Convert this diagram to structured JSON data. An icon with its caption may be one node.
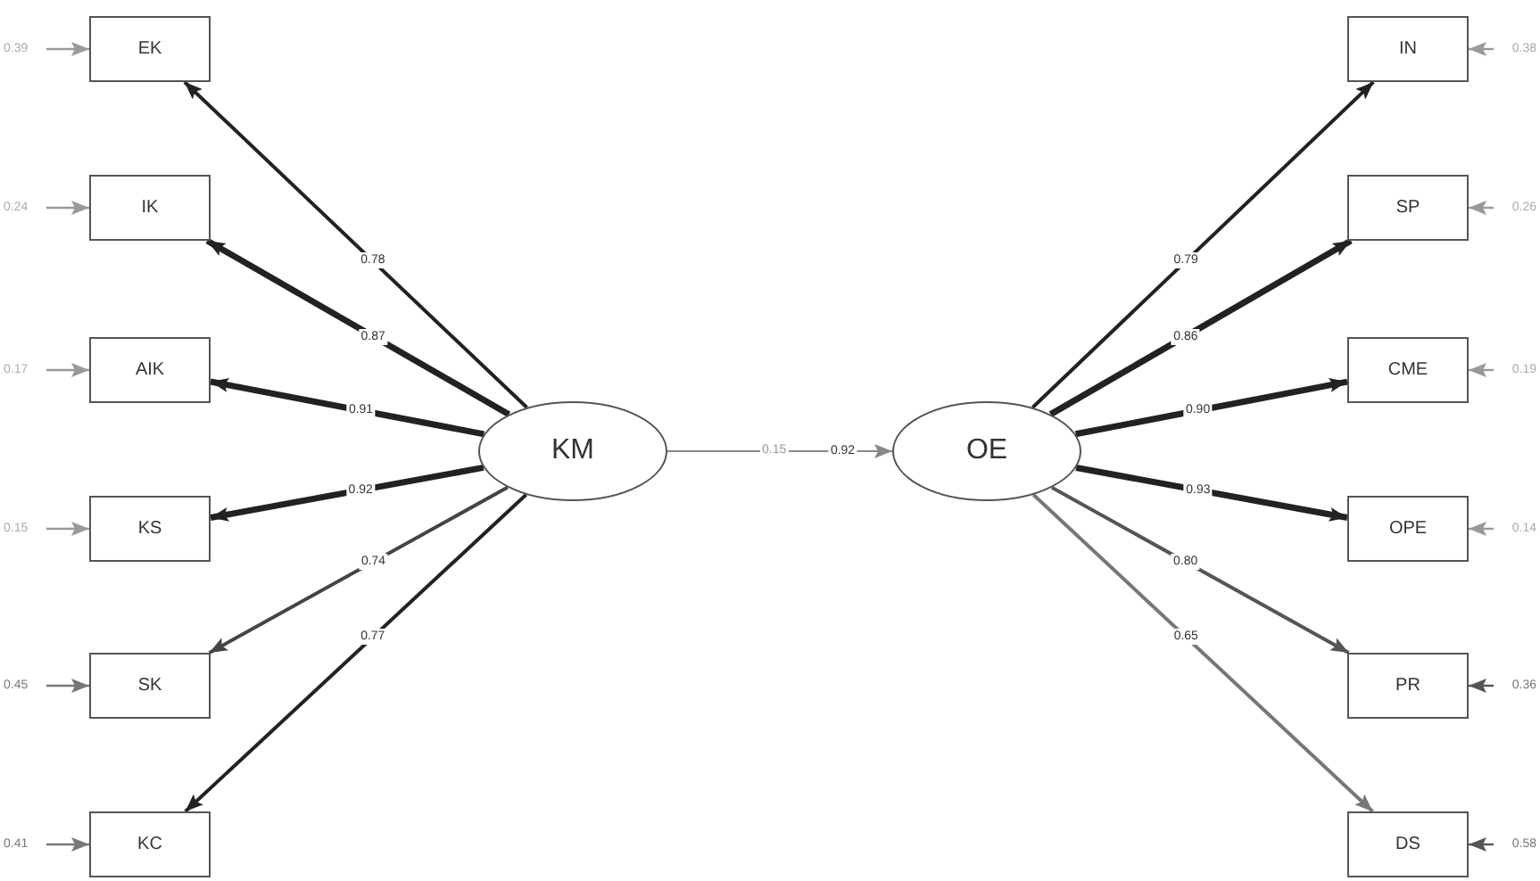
{
  "diagram": {
    "nodes": [
      {
        "text": [
          "KM"
        ]
      },
      {
        "text": [
          "OE"
        ]
      },
      {
        "text": [
          "EK"
        ]
      },
      {
        "text": [
          "IK"
        ]
      },
      {
        "text": [
          "AIK"
        ]
      },
      {
        "text": [
          "KS"
        ]
      },
      {
        "text": [
          "SK"
        ]
      },
      {
        "text": [
          "KC"
        ]
      },
      {
        "text": [
          "IN"
        ]
      },
      {
        "text": [
          "SP"
        ]
      },
      {
        "text": [
          "CME"
        ]
      },
      {
        "text": [
          "OPE"
        ]
      },
      {
        "text": [
          "PR"
        ]
      },
      {
        "text": [
          "DS"
        ]
      },
      {
        "text": [
          "0.39"
        ]
      },
      {
        "text": [
          "0.24"
        ]
      },
      {
        "text": [
          "0.17"
        ]
      },
      {
        "text": [
          "0.15"
        ]
      },
      {
        "text": [
          "0.45"
        ]
      },
      {
        "text": [
          "0.41"
        ]
      },
      {
        "text": [
          "0.38"
        ]
      },
      {
        "text": [
          "0.26"
        ]
      },
      {
        "text": [
          "0.19"
        ]
      },
      {
        "text": [
          "0.14"
        ]
      },
      {
        "text": [
          "0.36"
        ]
      },
      {
        "text": [
          "0.58"
        ]
      }
    ],
    "edges": [
      {
        "from": 0,
        "to": 1,
        "arrow": "to",
        "label": "0.92",
        "color": "#888888"
      },
      {
        "from": 0,
        "to": 2,
        "arrow": "to",
        "label": "0.78"
      },
      {
        "from": 0,
        "to": 3,
        "arrow": "to",
        "label": "0.87",
        "style": "thick"
      },
      {
        "from": 0,
        "to": 4,
        "arrow": "to",
        "label": "0.91",
        "style": "thick"
      },
      {
        "from": 0,
        "to": 5,
        "arrow": "to",
        "label": "0.92",
        "style": "thick"
      },
      {
        "from": 0,
        "to": 6,
        "arrow": "to",
        "label": "0.74",
        "color": "#444444"
      },
      {
        "from": 0,
        "to": 7,
        "arrow": "to",
        "label": "0.77"
      },
      {
        "from": 1,
        "to": 8,
        "arrow": "to",
        "label": "0.79"
      },
      {
        "from": 1,
        "to": 9,
        "arrow": "to",
        "label": "0.86",
        "style": "thick"
      },
      {
        "from": 1,
        "to": 10,
        "arrow": "to",
        "label": "0.90",
        "style": "thick"
      },
      {
        "from": 1,
        "to": 11,
        "arrow": "to",
        "label": "0.93",
        "style": "thick"
      },
      {
        "from": 1,
        "to": 12,
        "arrow": "to",
        "label": "0.80",
        "color": "#555555"
      },
      {
        "from": 1,
        "to": 13,
        "arrow": "to",
        "label": "0.65",
        "color": "#777777"
      },
      {
        "from": 14,
        "to": 2,
        "arrow": "to",
        "color": "#999999"
      },
      {
        "from": 15,
        "to": 3,
        "arrow": "to",
        "color": "#999999"
      },
      {
        "from": 16,
        "to": 4,
        "arrow": "to",
        "color": "#999999"
      },
      {
        "from": 17,
        "to": 5,
        "arrow": "to",
        "color": "#999999"
      },
      {
        "from": 18,
        "to": 6,
        "arrow": "to",
        "color": "#777777"
      },
      {
        "from": 19,
        "to": 7,
        "arrow": "to",
        "color": "#777777"
      },
      {
        "from": 20,
        "to": 8,
        "arrow": "to",
        "color": "#999999"
      },
      {
        "from": 21,
        "to": 9,
        "arrow": "to",
        "color": "#999999"
      },
      {
        "from": 22,
        "to": 10,
        "arrow": "to",
        "color": "#999999"
      },
      {
        "from": 23,
        "to": 11,
        "arrow": "to",
        "color": "#999999"
      },
      {
        "from": 24,
        "to": 12,
        "arrow": "to",
        "color": "#555555"
      },
      {
        "from": 25,
        "to": 13,
        "arrow": "to",
        "color": "#555555"
      }
    ],
    "labels": [
      "0.15"
    ]
  }
}
